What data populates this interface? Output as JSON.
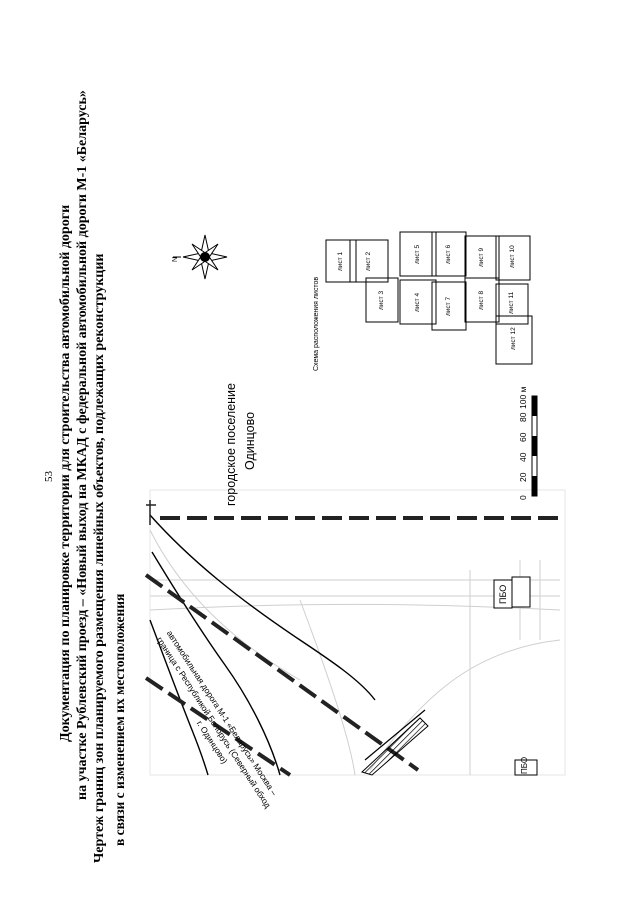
{
  "page_number": "53",
  "title": {
    "line1": "Документация по планировке территории для строительства автомобильной дороги",
    "line2": "на участке Рублевский проезд – «Новый выход на МКАД с федеральной автомобильной дороги М-1 «Беларусь»",
    "line3": "Чертеж границ зон планируемого размещения линейных объектов, подлежащих реконструкции",
    "line4": "в связи с изменением их местоположения"
  },
  "map_labels": {
    "settlement_line1": "городское поселение",
    "settlement_line2": "Одинцово",
    "road_line1": "автомобильная дорога М-1 «Беларусь» Москва –",
    "road_line2": "граница с Республикой Белорусь (Северный обход",
    "road_line3": "г. Одинцово)",
    "building": "ПБО",
    "compass_n": "N"
  },
  "scale_bar": {
    "ticks": [
      "0",
      "20",
      "40",
      "60",
      "80",
      "100 м"
    ]
  },
  "sheet_scheme": {
    "title": "Схема расположения листов",
    "sheets": [
      "лист 1",
      "лист 2",
      "лист 3",
      "лист 4",
      "лист 5",
      "лист 6",
      "лист 7",
      "лист 8",
      "лист 9",
      "лист 10",
      "лист 11",
      "лист 12"
    ]
  }
}
